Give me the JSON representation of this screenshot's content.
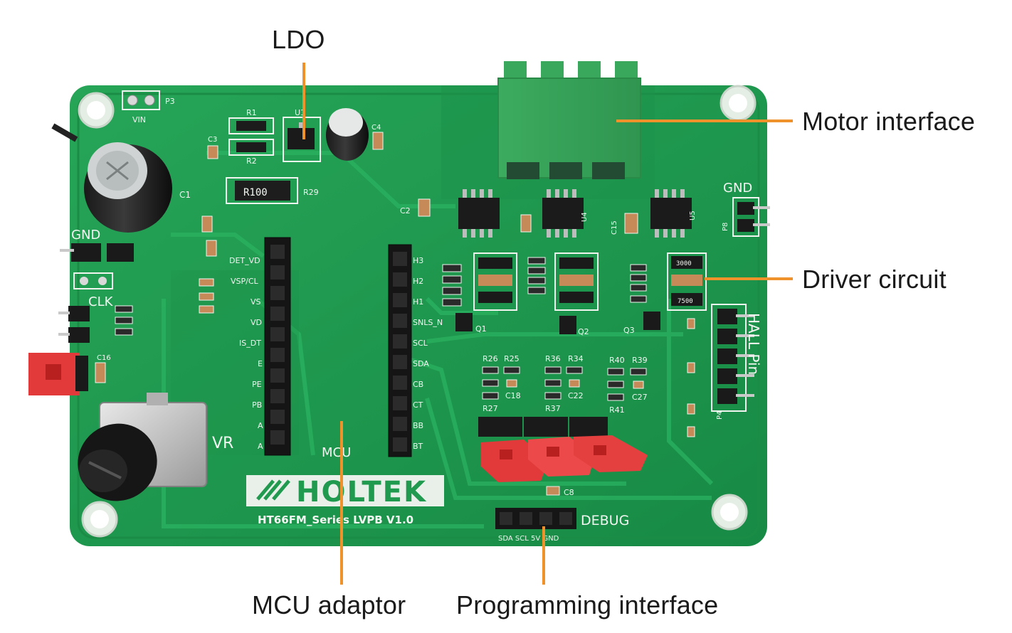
{
  "callouts": {
    "ldo": "LDO",
    "motor_interface": "Motor interface",
    "driver_circuit": "Driver circuit",
    "mcu_adaptor": "MCU adaptor",
    "programming_interface": "Programming interface"
  },
  "colors": {
    "leader_line": "#f0922b",
    "board": "#1f9a4e",
    "board_dark": "#137a3b",
    "terminal_block": "#3fae62",
    "jumper": "#e23a3a"
  },
  "board_text": {
    "logo": "HOLTEK",
    "model": "HT66FM_Series LVPB V1.0",
    "mcu": "MCU",
    "vr": "VR",
    "debug": "DEBUG",
    "debug_pins": "SDA SCL 5V GND",
    "hall_pin": "HALL Pin",
    "gnd_left": "GND",
    "gnd_right": "GND",
    "clk": "CLK",
    "vin": "VIN",
    "p3": "P3",
    "p4": "P4",
    "p8": "P8",
    "r100": "R100",
    "r29": "R29",
    "c1": "C1",
    "c2": "C2",
    "c3": "C3",
    "c4": "C4",
    "c15": "C15",
    "c16": "C16",
    "r1": "R1",
    "r2": "R2",
    "u1": "U1",
    "u4": "U4",
    "u5": "U5",
    "q1": "Q1",
    "q2": "Q2",
    "q3": "Q3",
    "res_3000": "3000",
    "res_7500": "7500",
    "left_header_labels": [
      "DET_VD",
      "VSP/CL",
      "VS",
      "VD",
      "IS_DT",
      "E",
      "PE",
      "PB",
      "A",
      "A"
    ],
    "right_header_labels": [
      "H3",
      "H2",
      "H1",
      "SNLS_N",
      "SCL",
      "SDA",
      "CB",
      "CT",
      "BB",
      "BT"
    ],
    "resistor_row_labels": [
      "R26",
      "R25",
      "R36",
      "R34",
      "R40",
      "R39"
    ],
    "resistor_row2_labels": [
      "R27",
      "R37",
      "R41"
    ],
    "cap_labels": [
      "C18",
      "C22",
      "C27",
      "C8"
    ]
  }
}
